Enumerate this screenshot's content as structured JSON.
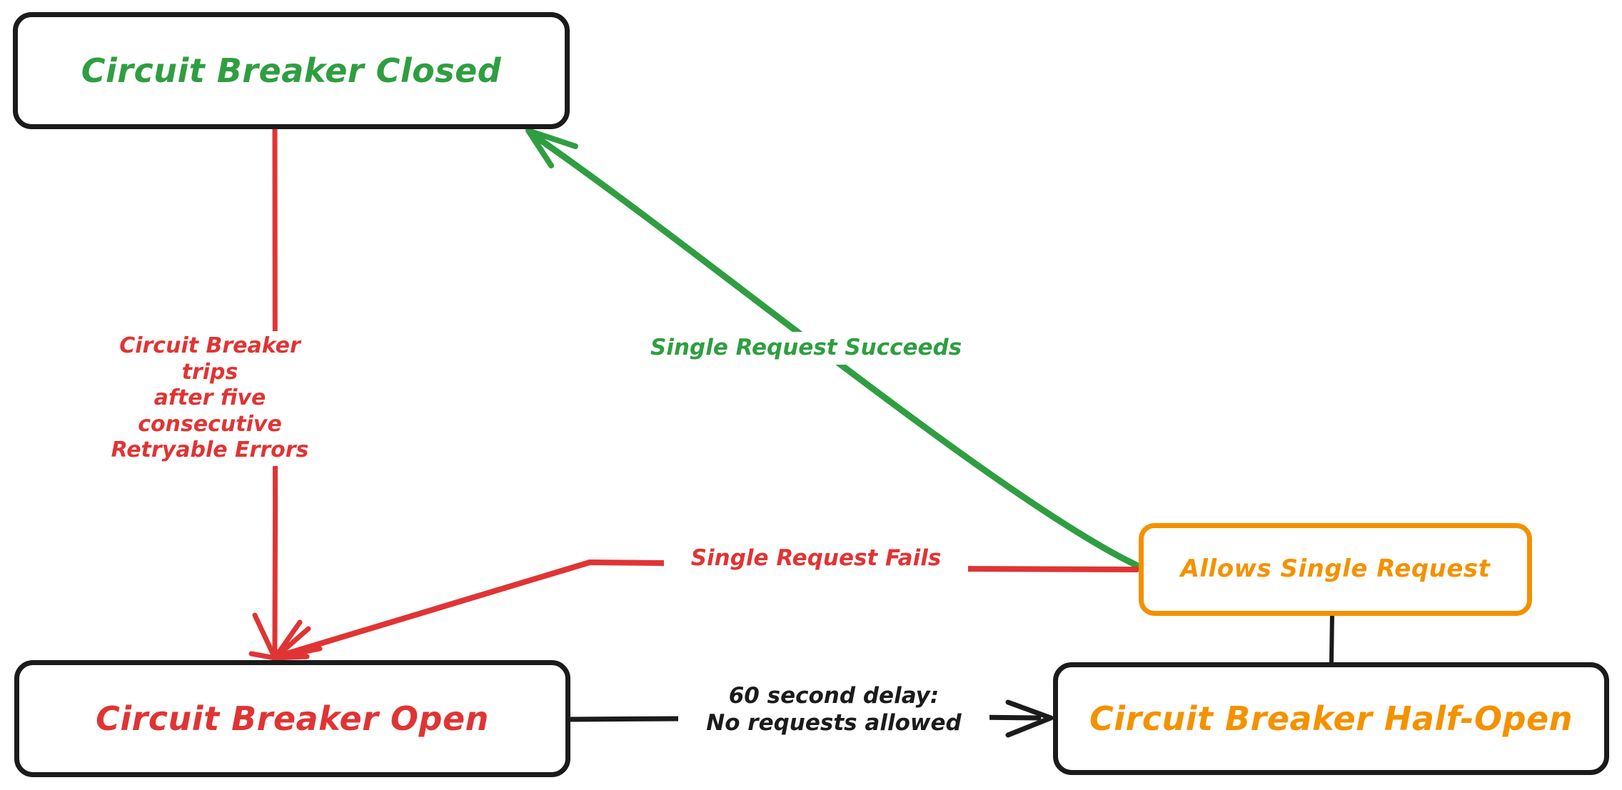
{
  "diagram": {
    "title": "Circuit Breaker State Diagram",
    "style": "hand-drawn",
    "background": "#ffffff",
    "colors": {
      "closed": "#2f9e41",
      "open": "#e03434",
      "half_open": "#f39200",
      "stroke_default": "#1b1b1b",
      "allows_border": "#f29100"
    }
  },
  "nodes": [
    {
      "id": "closed",
      "label": "Circuit Breaker Closed",
      "text_color": "#2f9e41",
      "border_color": "#1b1b1b"
    },
    {
      "id": "open",
      "label": "Circuit Breaker Open",
      "text_color": "#e03434",
      "border_color": "#1b1b1b"
    },
    {
      "id": "half_open",
      "label": "Circuit Breaker Half-Open",
      "text_color": "#f39200",
      "border_color": "#1b1b1b"
    },
    {
      "id": "allows",
      "label": "Allows Single Request",
      "text_color": "#f39200",
      "border_color": "#f29100"
    }
  ],
  "edges": [
    {
      "id": "trips",
      "from": "closed",
      "to": "open",
      "color": "#e03434",
      "arrow": true,
      "label": "Circuit Breaker trips\nafter five consecutive\nRetryable Errors"
    },
    {
      "id": "succeeds",
      "from": "allows",
      "to": "closed",
      "color": "#2f9e41",
      "arrow": true,
      "label": "Single Request Succeeds"
    },
    {
      "id": "fails",
      "from": "allows",
      "to": "open",
      "color": "#e03434",
      "arrow": true,
      "label": "Single Request Fails"
    },
    {
      "id": "delay",
      "from": "open",
      "to": "half_open",
      "color": "#1b1b1b",
      "arrow": true,
      "label": "60 second delay:\nNo requests allowed"
    },
    {
      "id": "halfopen-allows",
      "from": "half_open",
      "to": "allows",
      "color": "#1b1b1b",
      "arrow": false,
      "label": ""
    }
  ]
}
